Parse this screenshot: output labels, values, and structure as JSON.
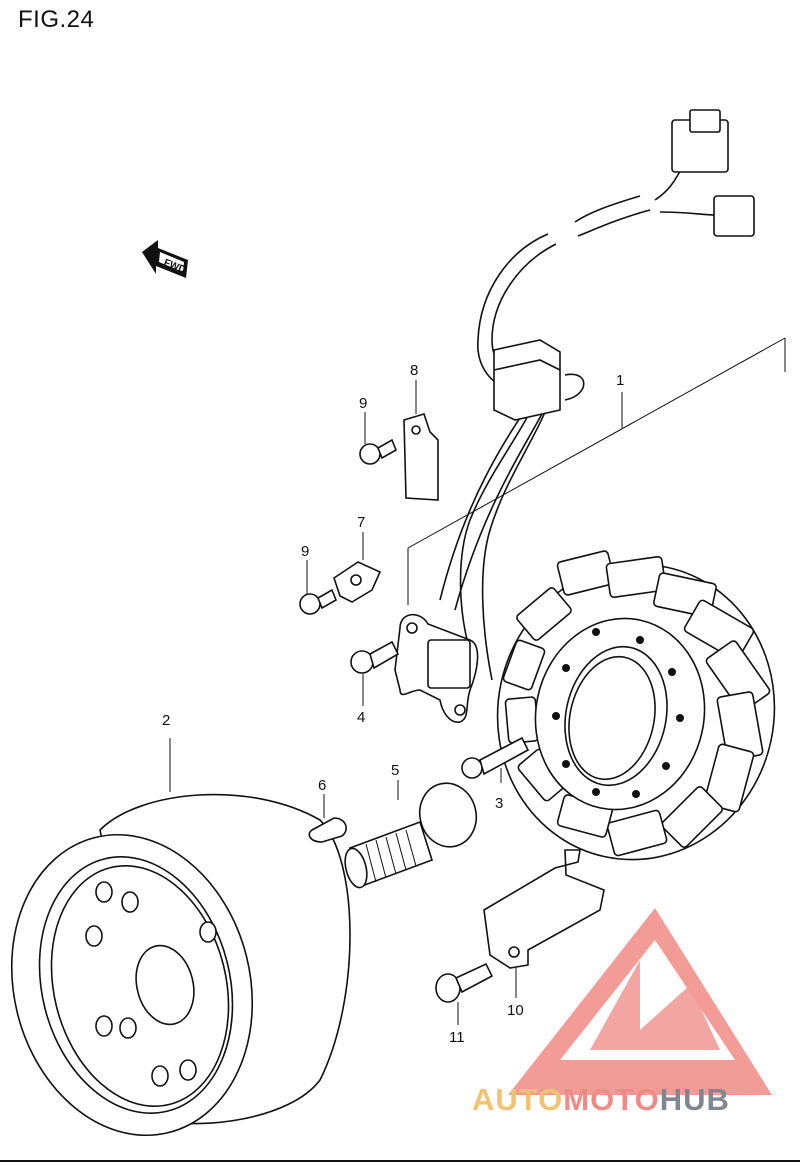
{
  "figure": {
    "title": "FIG.24"
  },
  "direction_marker": {
    "label": "FWD"
  },
  "callouts": [
    {
      "id": "1",
      "label": "1"
    },
    {
      "id": "2",
      "label": "2"
    },
    {
      "id": "3",
      "label": "3"
    },
    {
      "id": "4",
      "label": "4"
    },
    {
      "id": "5",
      "label": "5"
    },
    {
      "id": "6",
      "label": "6"
    },
    {
      "id": "7",
      "label": "7"
    },
    {
      "id": "8",
      "label": "8"
    },
    {
      "id": "9a",
      "label": "9"
    },
    {
      "id": "9b",
      "label": "9"
    },
    {
      "id": "10",
      "label": "10"
    },
    {
      "id": "11",
      "label": "11"
    }
  ],
  "watermark": {
    "part1": "AUTO",
    "part2": "MOTO",
    "part3": "HUB",
    "colors": {
      "part1": "#f2c270",
      "part2": "#f08a86",
      "part3": "#7f8790",
      "logo": "#f08a86"
    }
  }
}
